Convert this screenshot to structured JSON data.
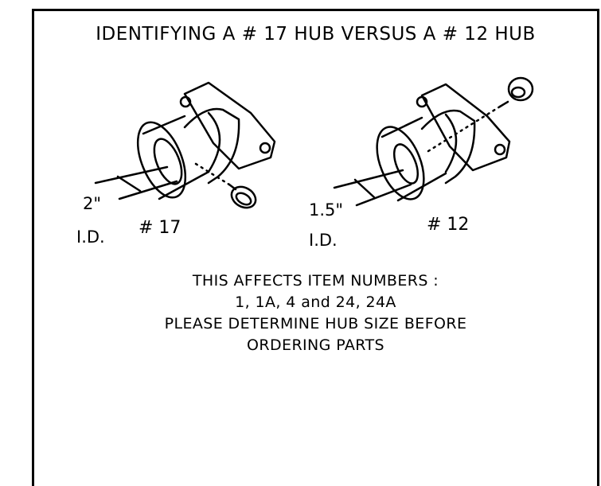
{
  "title": "IDENTIFYING A # 17 HUB VERSUS A # 12 HUB",
  "hub17": {
    "size": "2\"",
    "id_label": "I.D.",
    "number": "# 17"
  },
  "hub12": {
    "size": "1.5\"",
    "id_label": "I.D.",
    "number": "# 12"
  },
  "notes": [
    "THIS AFFECTS ITEM NUMBERS :",
    "1, 1A, 4 and 24, 24A",
    "PLEASE DETERMINE HUB SIZE BEFORE",
    "ORDERING PARTS"
  ],
  "colors": {
    "ink": "#000000",
    "background": "#ffffff"
  },
  "icons": [
    "hub-17-drawing",
    "hub-12-drawing",
    "knob-icon"
  ]
}
